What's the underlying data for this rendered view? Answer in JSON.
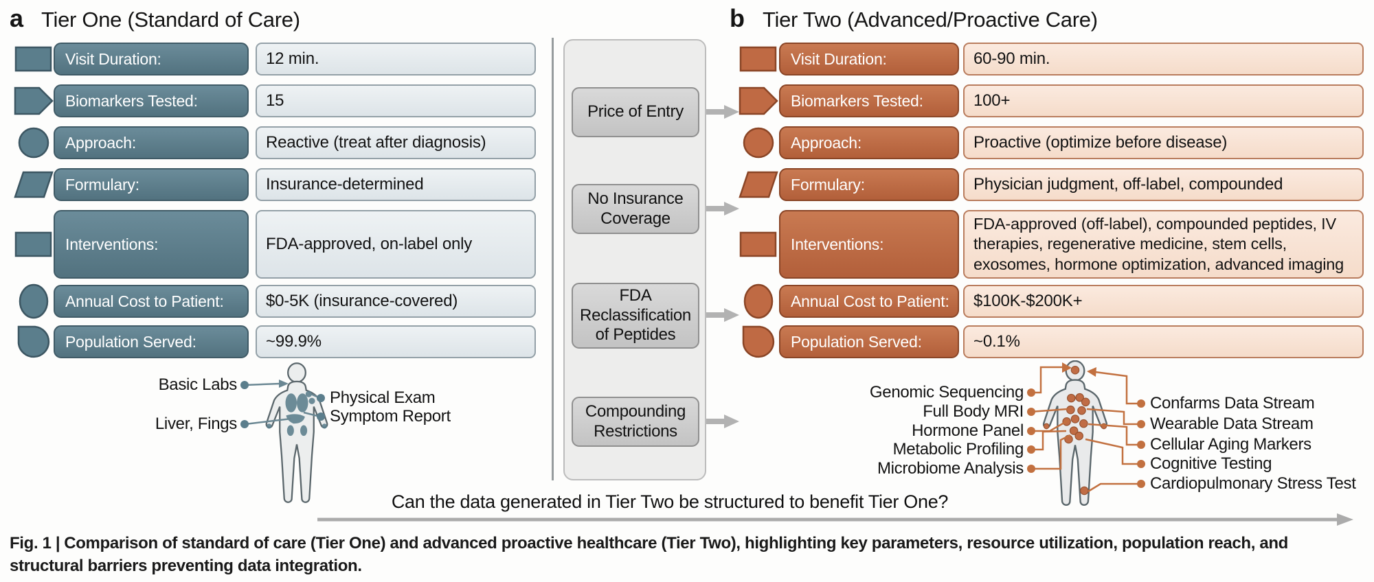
{
  "figure": {
    "panel_a": {
      "tag": "a",
      "title": "Tier One (Standard of Care)",
      "rows": [
        {
          "label": "Visit Duration:",
          "value": "12 min."
        },
        {
          "label": "Biomarkers Tested:",
          "value": "15"
        },
        {
          "label": "Approach:",
          "value": "Reactive (treat after diagnosis)"
        },
        {
          "label": "Formulary:",
          "value": "Insurance-determined"
        },
        {
          "label": "Interventions:",
          "value": "FDA-approved, on-label only"
        },
        {
          "label": "Annual Cost to Patient:",
          "value": "$0-5K (insurance-covered)"
        },
        {
          "label": "Population Served:",
          "value": "~99.9%"
        }
      ],
      "body_labels_left": [
        "Basic Labs",
        "Liver, Fings"
      ],
      "body_labels_right": [
        "Physical Exam",
        "Symptom Report"
      ]
    },
    "barriers": [
      "Price of Entry",
      "No Insurance Coverage",
      "FDA Reclassification of Peptides",
      "Compounding Restrictions"
    ],
    "panel_b": {
      "tag": "b",
      "title": "Tier Two (Advanced/Proactive Care)",
      "rows": [
        {
          "label": "Visit Duration:",
          "value": "60-90 min."
        },
        {
          "label": "Biomarkers Tested:",
          "value": "100+"
        },
        {
          "label": "Approach:",
          "value": "Proactive (optimize before disease)"
        },
        {
          "label": "Formulary:",
          "value": "Physician judgment, off-label, compounded"
        },
        {
          "label": "Interventions:",
          "value": "FDA-approved (off-label), compounded peptides, IV therapies, regenerative medicine, stem cells, exosomes, hormone optimization, advanced imaging"
        },
        {
          "label": "Annual Cost to Patient:",
          "value": "$100K-$200K+"
        },
        {
          "label": "Population Served:",
          "value": "~0.1%"
        }
      ],
      "body_labels_left": [
        "Genomic Sequencing",
        "Full Body MRI",
        "Hormone Panel",
        "Metabolic Profiling",
        "Microbiome Analysis"
      ],
      "body_labels_right": [
        "Confarms Data Stream",
        "Wearable Data Stream",
        "Cellular Aging Markers",
        "Cognitive Testing",
        "Cardiopulmonary Stress Test"
      ]
    },
    "question": "Can the data generated in Tier Two be structured to benefit Tier One?",
    "caption_label": "Fig. 1 |",
    "caption_text": "Comparison of standard of care (Tier One) and advanced proactive healthcare (Tier Two), highlighting key parameters, resource utilization, population reach, and structural barriers preventing data integration.",
    "colors": {
      "tier_one": "#5b7e8c",
      "tier_two": "#bf6a44",
      "barrier_box": "#cccccc",
      "arrow_gray": "#b2b2b2"
    }
  }
}
